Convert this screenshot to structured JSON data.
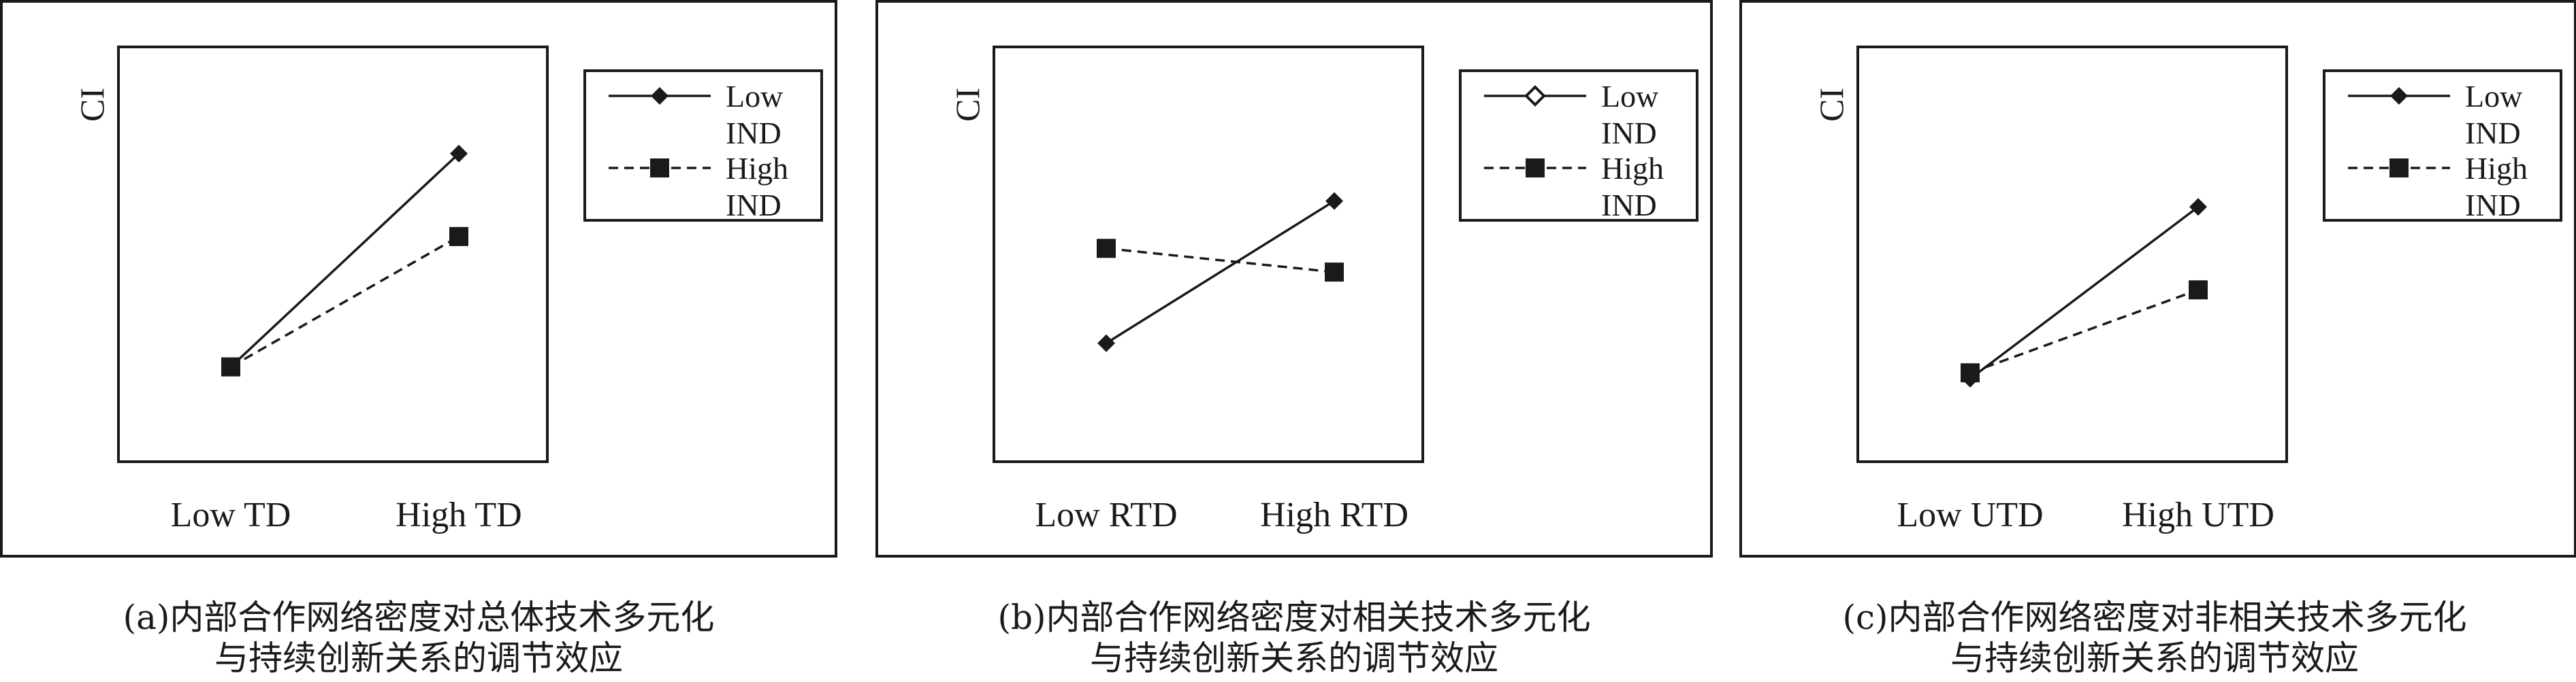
{
  "chart_data": [
    {
      "type": "line",
      "ylabel": "CI",
      "categories": [
        "Low TD",
        "High TD"
      ],
      "series": [
        {
          "name": "Low IND",
          "values": [
            1.6,
            5.2
          ],
          "style": "solid",
          "marker": "diamond-filled"
        },
        {
          "name": "High IND",
          "values": [
            1.6,
            3.8
          ],
          "style": "dashed",
          "marker": "square"
        }
      ],
      "ylim": [
        0,
        7
      ],
      "legend": {
        "position": "top-right",
        "entries": [
          [
            "Low",
            "IND"
          ],
          [
            "High",
            "IND"
          ]
        ]
      },
      "caption": [
        "(a)内部合作网络密度对总体技术多元化",
        "与持续创新关系的调节效应"
      ]
    },
    {
      "type": "line",
      "ylabel": "CI",
      "categories": [
        "Low RTD",
        "High RTD"
      ],
      "series": [
        {
          "name": "Low IND",
          "values": [
            2.0,
            4.4
          ],
          "style": "solid",
          "marker": "diamond-filled"
        },
        {
          "name": "High IND",
          "values": [
            3.6,
            3.2
          ],
          "style": "dashed",
          "marker": "square"
        }
      ],
      "ylim": [
        0,
        7
      ],
      "legend": {
        "position": "top-right",
        "entries": [
          [
            "Low",
            "IND"
          ],
          [
            "High",
            "IND"
          ]
        ],
        "low_marker": "diamond-open"
      },
      "caption": [
        "(b)内部合作网络密度对相关技术多元化",
        "与持续创新关系的调节效应"
      ]
    },
    {
      "type": "line",
      "ylabel": "CI",
      "categories": [
        "Low UTD",
        "High UTD"
      ],
      "series": [
        {
          "name": "Low IND",
          "values": [
            1.4,
            4.3
          ],
          "style": "solid",
          "marker": "diamond-filled"
        },
        {
          "name": "High IND",
          "values": [
            1.5,
            2.9
          ],
          "style": "dashed",
          "marker": "square"
        }
      ],
      "ylim": [
        0,
        7
      ],
      "legend": {
        "position": "top-right",
        "entries": [
          [
            "Low",
            "IND"
          ],
          [
            "High",
            "IND"
          ]
        ]
      },
      "caption": [
        "(c)内部合作网络密度对非相关技术多元化",
        "与持续创新关系的调节效应"
      ]
    }
  ]
}
